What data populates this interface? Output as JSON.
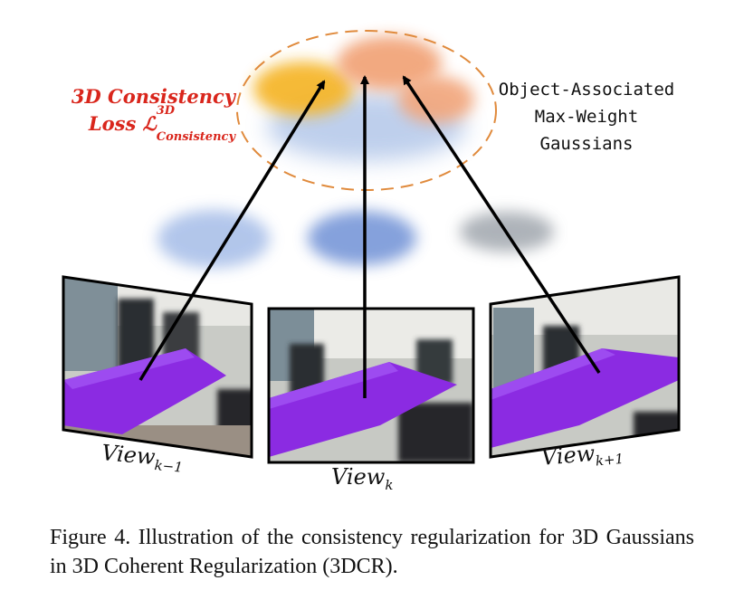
{
  "loss_label": {
    "line1": "3D Consistency",
    "line2_prefix": "Loss ",
    "symbol": "ℒ",
    "superscript": "3D",
    "subscript": "Consistency",
    "color": "#d9261c"
  },
  "object_label": {
    "line1": "Object-Associated",
    "line2": "Max-Weight",
    "line3": "Gaussians"
  },
  "views": [
    {
      "base": "View",
      "sub": "k−1"
    },
    {
      "base": "View",
      "sub": "k"
    },
    {
      "base": "View",
      "sub": "k+1"
    }
  ],
  "caption": "Figure 4.  Illustration of the consistency regularization for 3D Gaussians in 3D Coherent Regularization (3DCR).",
  "colors": {
    "table_purple": "#8b2be2",
    "gaussian_yellow": "#f5b324",
    "gaussian_orange": "#f0a070",
    "gaussian_blue": "#9fb8e0",
    "dashed_ellipse": "#e08a3c"
  }
}
